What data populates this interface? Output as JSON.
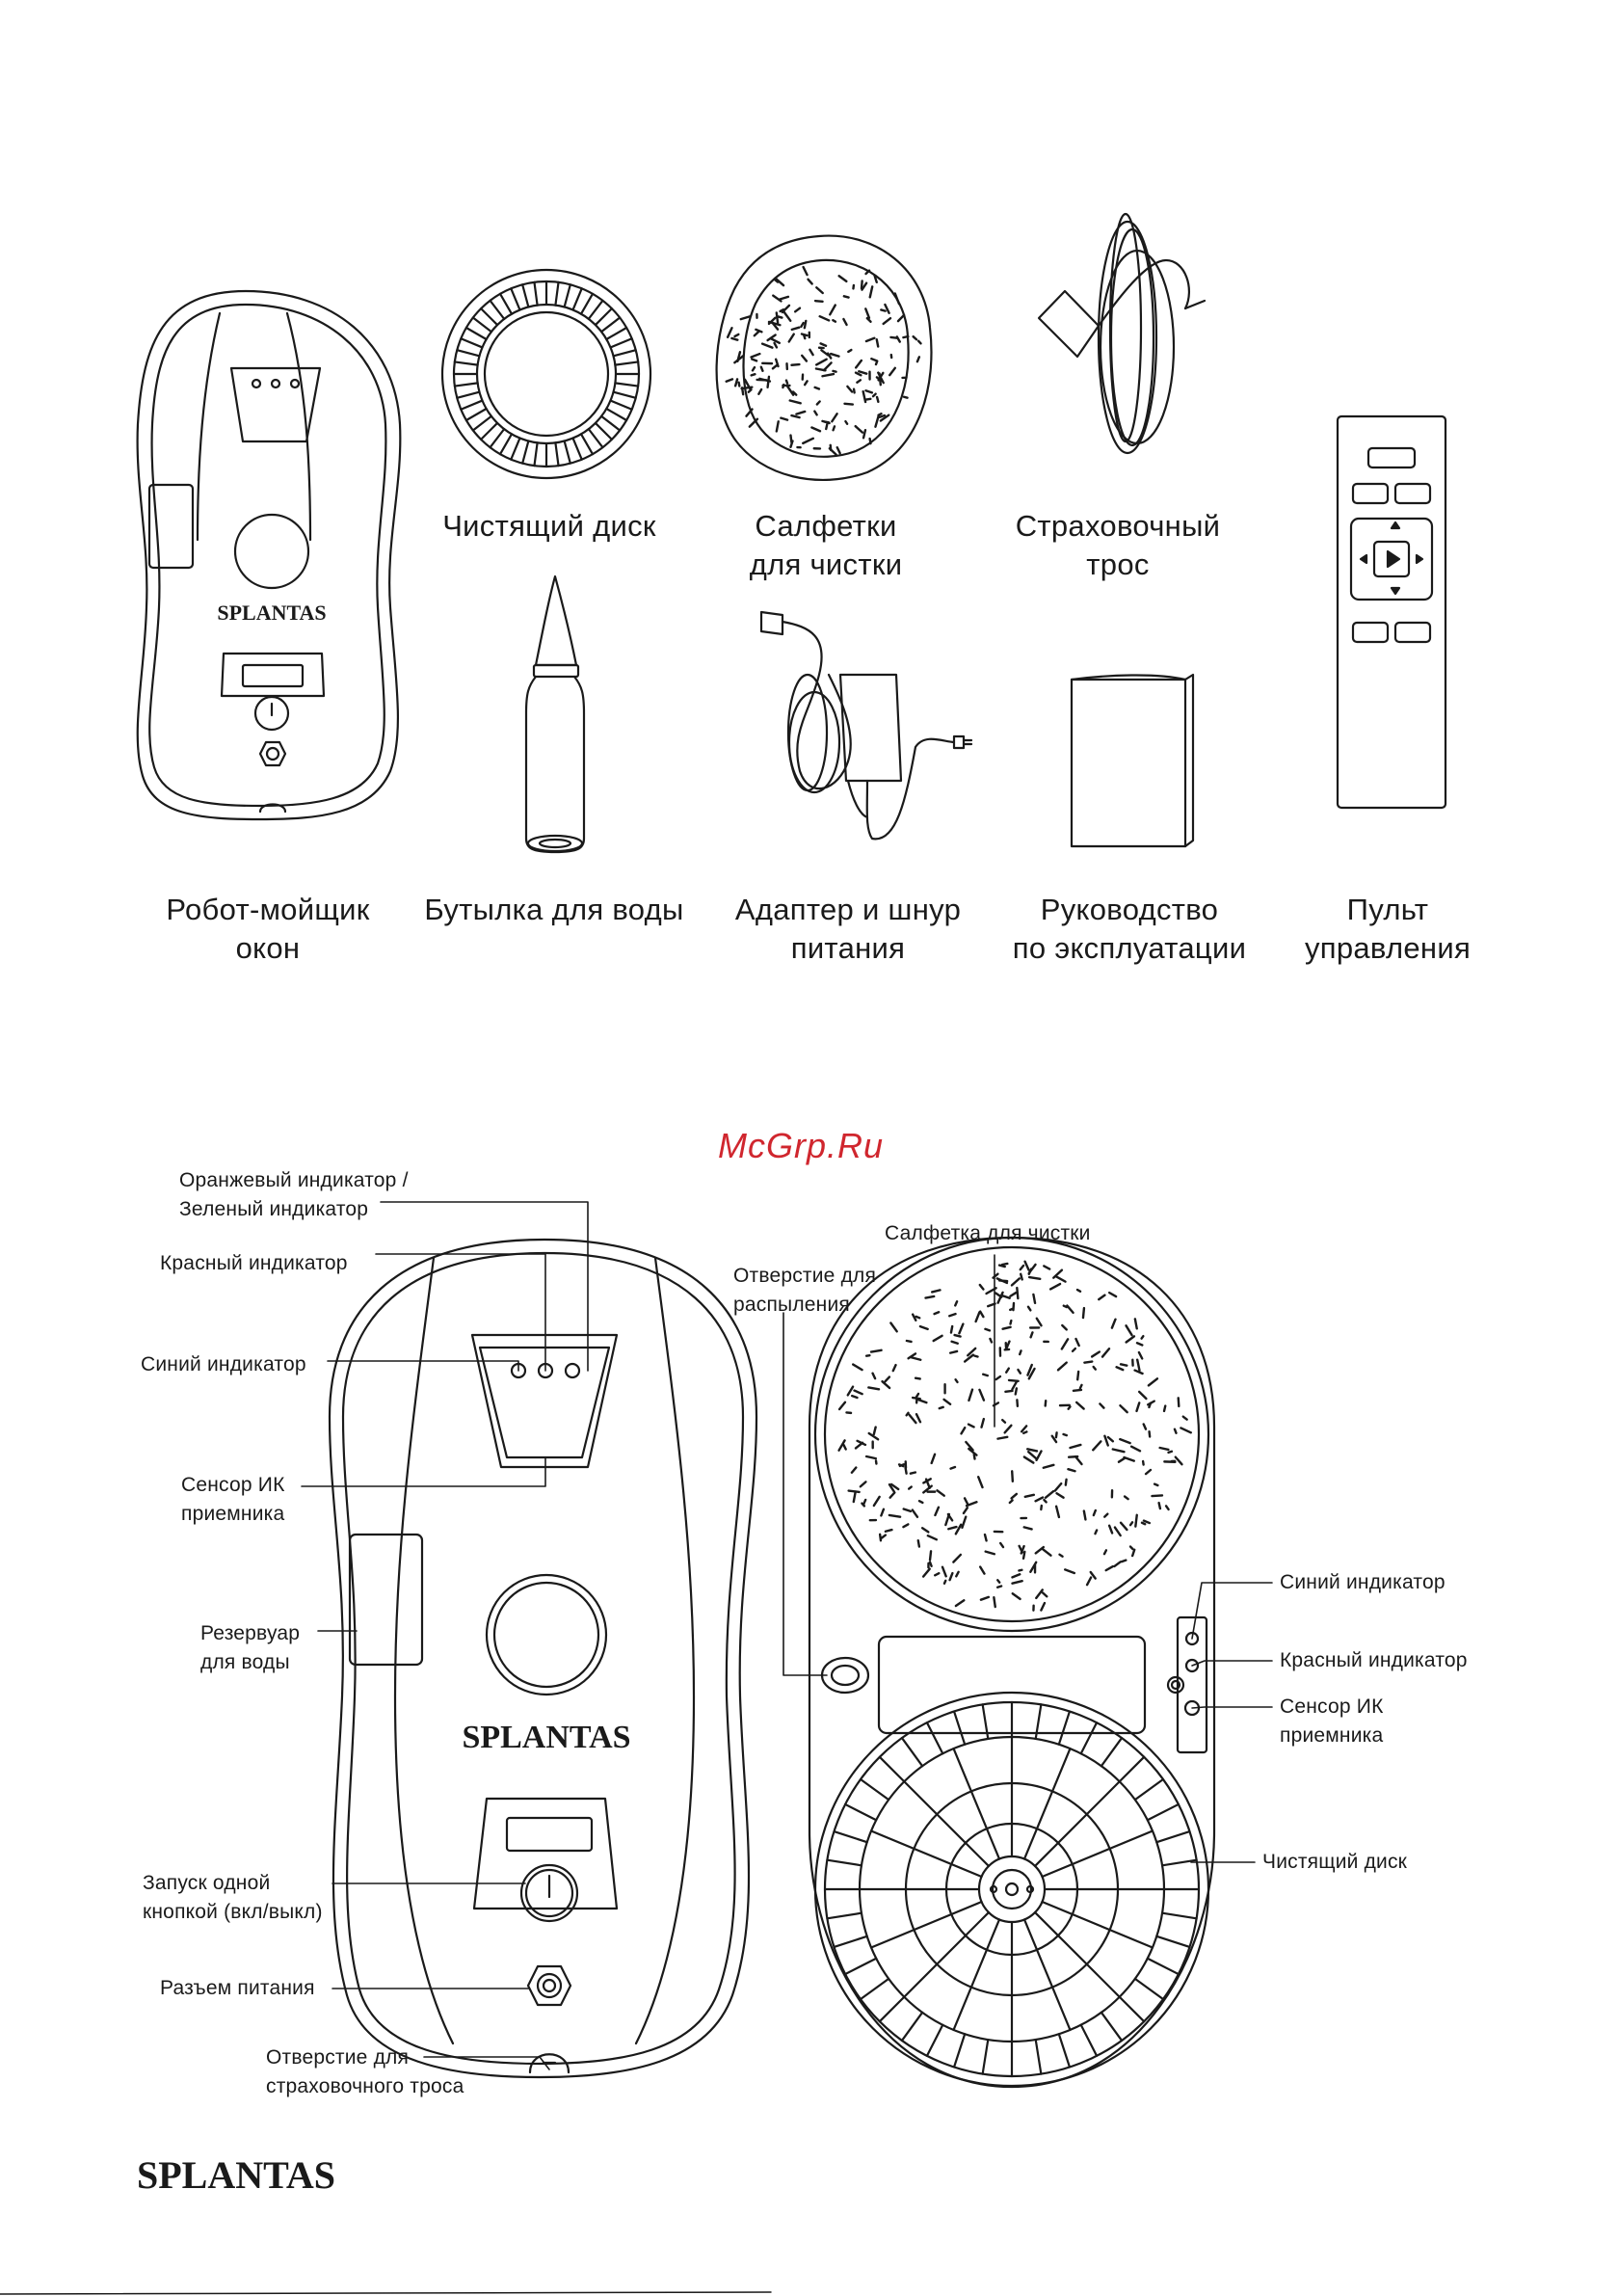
{
  "colors": {
    "ink": "#1a1a1a",
    "watermark": "#d0262e",
    "paper": "#ffffff"
  },
  "brand": {
    "logo_text": "SPLANTAS"
  },
  "watermark": "McGrp.Ru",
  "contents": {
    "items": [
      {
        "icon": "robot-front-icon",
        "lines": [
          "Робот-мойщик",
          "окон"
        ]
      },
      {
        "icon": "cleaning-disc-icon",
        "lines": [
          "Чистящий диск"
        ]
      },
      {
        "icon": "cleaning-pad-icon",
        "lines": [
          "Салфетки",
          "для чистки"
        ]
      },
      {
        "icon": "safety-rope-icon",
        "lines": [
          "Страховочный",
          "трос"
        ]
      },
      {
        "icon": "water-bottle-icon",
        "lines": [
          "Бутылка для воды"
        ]
      },
      {
        "icon": "power-adapter-icon",
        "lines": [
          "Адаптер и шнур",
          "питания"
        ]
      },
      {
        "icon": "manual-booklet-icon",
        "lines": [
          "Руководство",
          "по эксплуатации"
        ]
      },
      {
        "icon": "remote-control-icon",
        "lines": [
          "Пульт",
          "управления"
        ]
      }
    ]
  },
  "front_callouts": [
    {
      "lines": [
        "Оранжевый индикатор /",
        "Зеленый индикатор"
      ]
    },
    {
      "lines": [
        "Красный индикатор"
      ]
    },
    {
      "lines": [
        "Синий индикатор"
      ]
    },
    {
      "lines": [
        "Сенсор ИК",
        "приемника"
      ]
    },
    {
      "lines": [
        "Резервуар",
        "для воды"
      ]
    },
    {
      "lines": [
        "Запуск одной",
        "кнопкой (вкл/выкл)"
      ]
    },
    {
      "lines": [
        "Разъем питания"
      ]
    },
    {
      "lines": [
        "Отверстие для",
        "страховочного троса"
      ]
    }
  ],
  "back_callouts": [
    {
      "lines": [
        "Салфетка для чистки"
      ]
    },
    {
      "lines": [
        "Отверстие для",
        "распыления"
      ]
    },
    {
      "lines": [
        "Синий индикатор"
      ]
    },
    {
      "lines": [
        "Красный индикатор"
      ]
    },
    {
      "lines": [
        "Сенсор ИК",
        "приемника"
      ]
    },
    {
      "lines": [
        "Чистящий диск"
      ]
    }
  ]
}
